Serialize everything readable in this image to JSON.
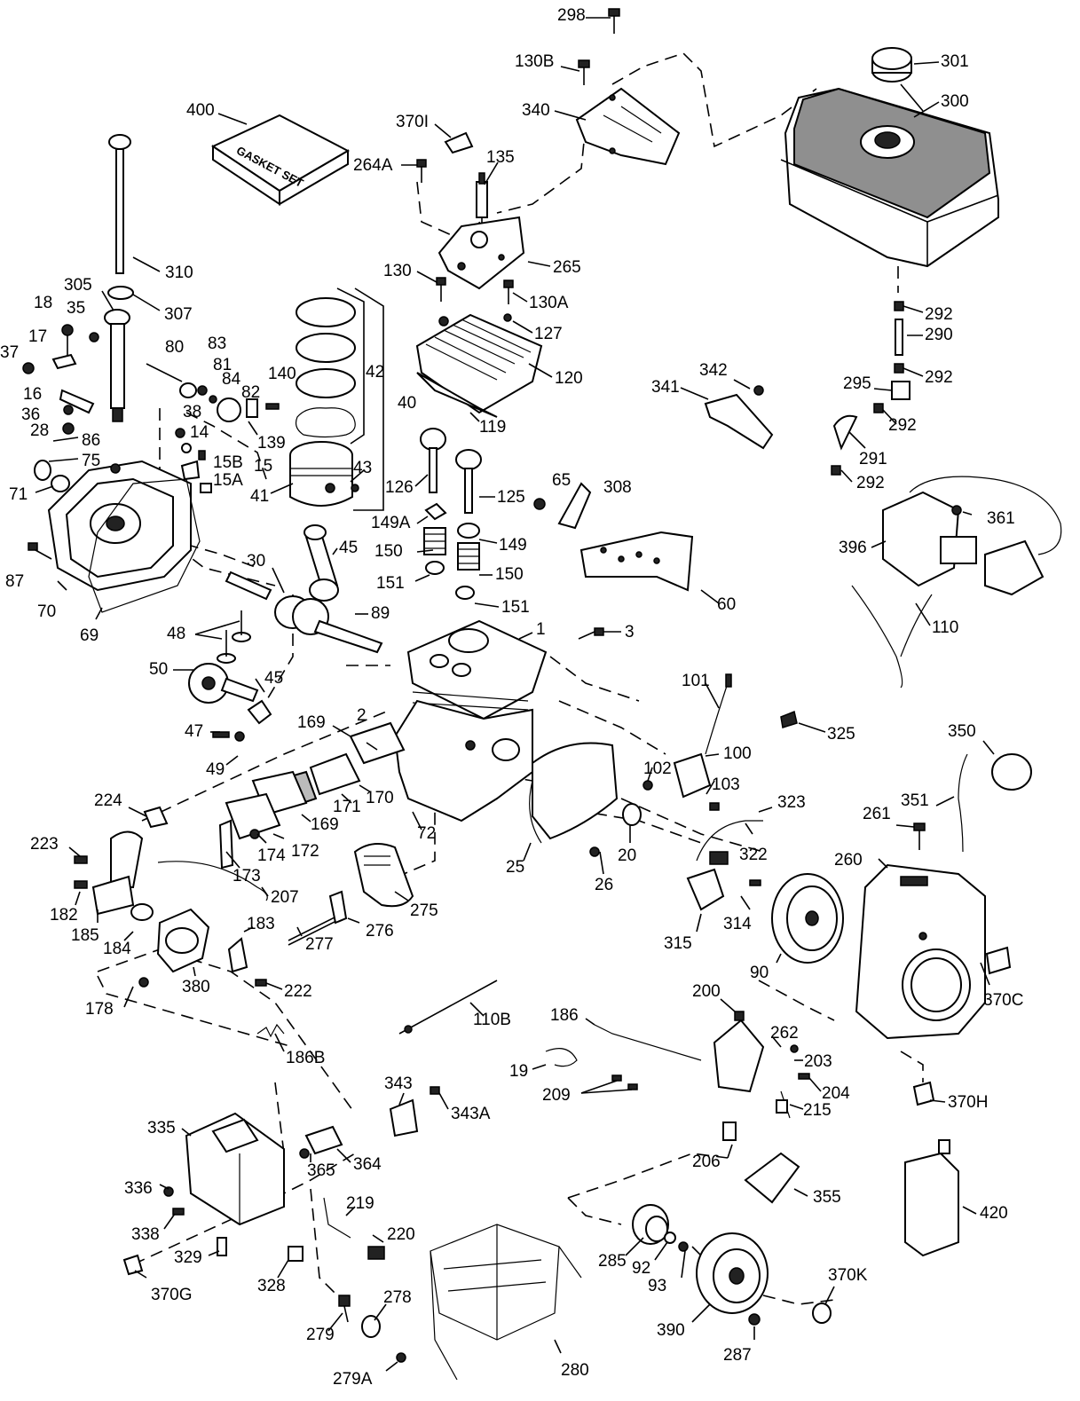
{
  "diagram": {
    "gasket_set_text": "GASKET SET",
    "labels": {
      "l298": "298",
      "l130B": "130B",
      "l301": "301",
      "l300": "300",
      "l340": "340",
      "l370I": "370I",
      "l400": "400",
      "l135": "135",
      "l264A": "264A",
      "l265": "265",
      "l310": "310",
      "l130": "130",
      "l130A": "130A",
      "l292a": "292",
      "l290": "290",
      "l305": "305",
      "l307": "307",
      "l127": "127",
      "l18": "18",
      "l35": "35",
      "l80": "80",
      "l83": "83",
      "l37": "37",
      "l17": "17",
      "l81": "81",
      "l84": "84",
      "l140": "140",
      "l82": "82",
      "l42": "42",
      "l120": "120",
      "l342": "342",
      "l292b": "292",
      "l341": "341",
      "l295": "295",
      "l16": "16",
      "l36": "36",
      "l38": "38",
      "l40": "40",
      "l292c": "292",
      "l28": "28",
      "l14": "14",
      "l119": "119",
      "l139": "139",
      "l86": "86",
      "l291": "291",
      "l75": "75",
      "l15B": "15B",
      "l43": "43",
      "l15": "15",
      "l15A": "15A",
      "l71": "71",
      "l41": "41",
      "l65": "65",
      "l308": "308",
      "l126": "126",
      "l125": "125",
      "l292d": "292",
      "l361": "361",
      "l149A": "149A",
      "l149": "149",
      "l45a": "45",
      "l396": "396",
      "l30": "30",
      "l87": "87",
      "l150a": "150",
      "l150b": "150",
      "l151a": "151",
      "l60": "60",
      "l70": "70",
      "l151b": "151",
      "l89": "89",
      "l48": "48",
      "l110": "110",
      "l69": "69",
      "l1": "1",
      "l50": "50",
      "l3": "3",
      "l45b": "45",
      "l101": "101",
      "l169a": "169",
      "l2": "2",
      "l325": "325",
      "l47": "47",
      "l102": "102",
      "l100": "100",
      "l350": "350",
      "l49": "49",
      "l103": "103",
      "l171": "171",
      "l170": "170",
      "l224": "224",
      "l351": "351",
      "l323": "323",
      "l261": "261",
      "l169b": "169",
      "l72": "72",
      "l20": "20",
      "l322": "322",
      "l223": "223",
      "l174": "174",
      "l172": "172",
      "l25": "25",
      "l26": "26",
      "l260": "260",
      "l173": "173",
      "l207": "207",
      "l275": "275",
      "l182": "182",
      "l185": "185",
      "l276": "276",
      "l314": "314",
      "l183": "183",
      "l184": "184",
      "l277": "277",
      "l315": "315",
      "l90": "90",
      "l370C": "370C",
      "l380": "380",
      "l222": "222",
      "l200": "200",
      "l178": "178",
      "l110B": "110B",
      "l186": "186",
      "l262": "262",
      "l203": "203",
      "l186B": "186B",
      "l19": "19",
      "l204": "204",
      "l209": "209",
      "l215": "215",
      "l343": "343",
      "l343A": "343A",
      "l370H": "370H",
      "l335": "335",
      "l364": "364",
      "l206": "206",
      "l365": "365",
      "l355": "355",
      "l420": "420",
      "l336": "336",
      "l219": "219",
      "l338": "338",
      "l220": "220",
      "l285": "285",
      "l329": "329",
      "l92": "92",
      "l93": "93",
      "l370K": "370K",
      "l328": "328",
      "l370G": "370G",
      "l278": "278",
      "l279": "279",
      "l390": "390",
      "l287": "287",
      "l279A": "279A",
      "l280": "280"
    }
  }
}
